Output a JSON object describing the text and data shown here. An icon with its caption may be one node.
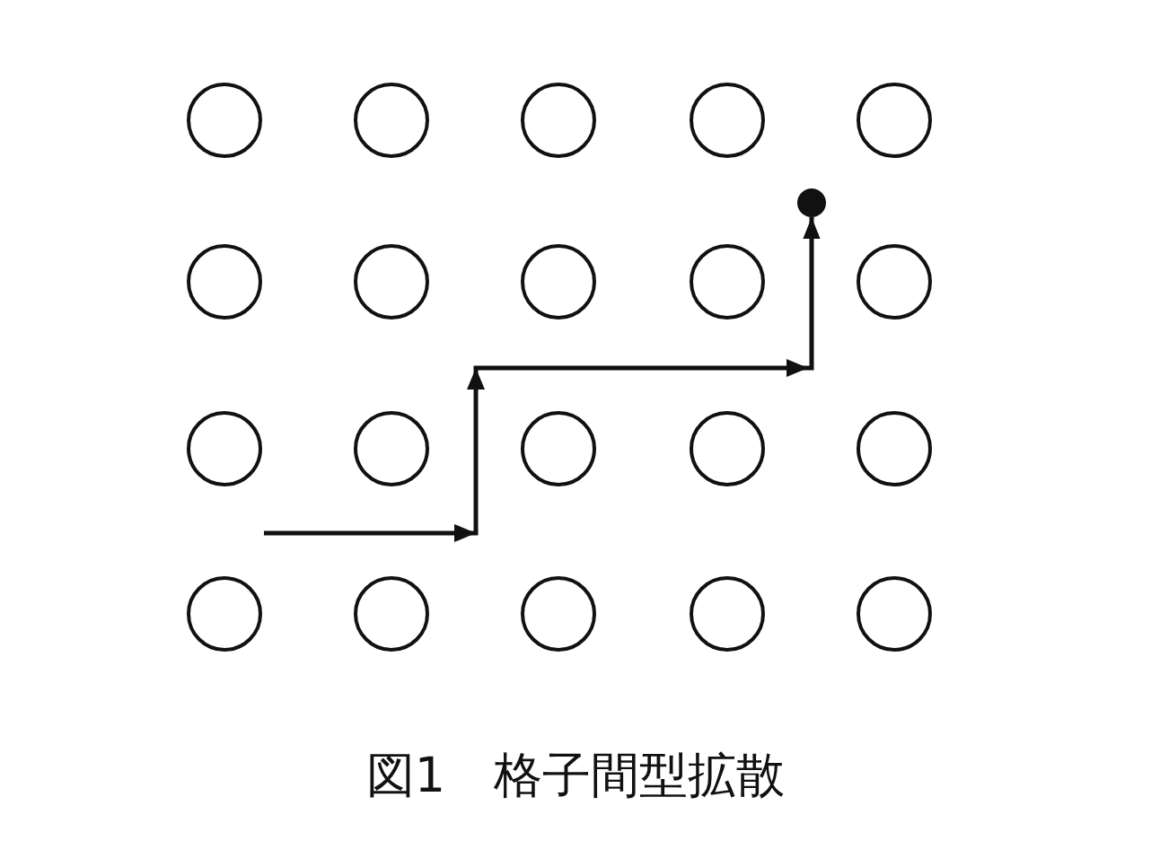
{
  "diagram": {
    "caption": "図1　格子間型拡散",
    "nodes": [
      {
        "text": [],
        "shape": "circle"
      },
      {
        "text": [],
        "shape": "circle"
      },
      {
        "text": [],
        "shape": "circle"
      },
      {
        "text": [],
        "shape": "circle"
      },
      {
        "text": [],
        "shape": "circle"
      },
      {
        "text": [],
        "shape": "circle"
      },
      {
        "text": [],
        "shape": "circle"
      },
      {
        "text": [],
        "shape": "circle"
      },
      {
        "text": [],
        "shape": "circle"
      },
      {
        "text": [],
        "shape": "circle"
      },
      {
        "text": [],
        "shape": "circle"
      },
      {
        "text": [],
        "shape": "circle"
      },
      {
        "text": [],
        "shape": "circle"
      },
      {
        "text": [],
        "shape": "circle"
      },
      {
        "text": [],
        "shape": "circle"
      },
      {
        "text": [],
        "shape": "circle"
      },
      {
        "text": [],
        "shape": "circle"
      },
      {
        "text": [],
        "shape": "circle"
      },
      {
        "text": [],
        "shape": "circle"
      },
      {
        "text": [],
        "shape": "circle"
      },
      {
        "text": [],
        "shape": "dot"
      }
    ],
    "edges": [
      {
        "from": null,
        "to": 20,
        "arrow": "to"
      }
    ]
  }
}
